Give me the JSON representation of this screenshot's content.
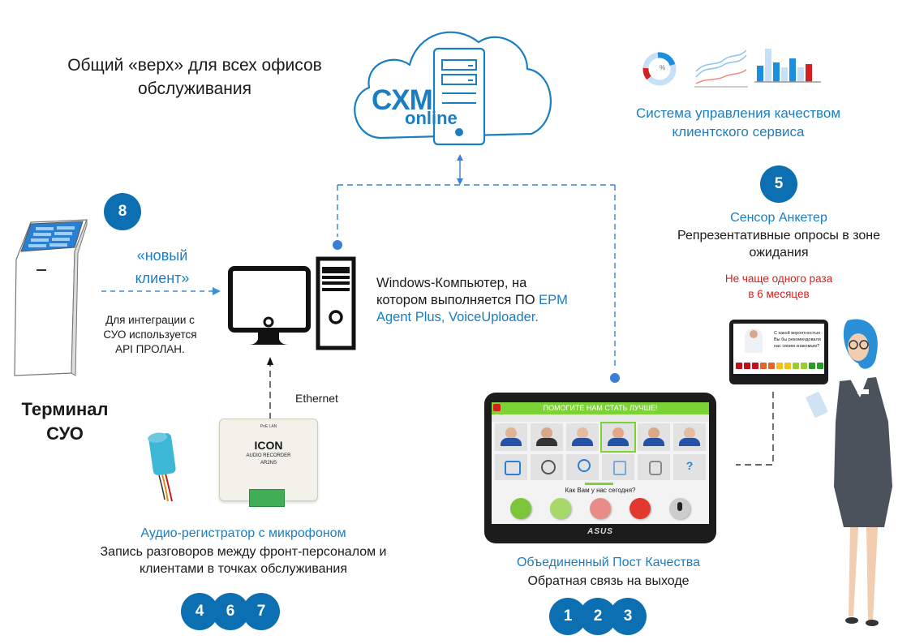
{
  "header": {
    "title_line1": "Общий «верх» для всех офисов",
    "title_line2": "обслуживания"
  },
  "cloud": {
    "brand_main": "CXM",
    "brand_sub": "online"
  },
  "analytics": {
    "title_line1": "Система управления качеством",
    "title_line2": "клиентского сервиса",
    "donut_label": "%"
  },
  "kiosk": {
    "badge": "8",
    "signal_line1": "«новый",
    "signal_line2": "клиент»",
    "note_line1": "Для интеграции с",
    "note_line2": "СУО используется",
    "note_line3": "API ПРОЛАН.",
    "label_line1": "Терминал",
    "label_line2": "СУО"
  },
  "computer": {
    "desc_line1": "Windows-Компьютер, на",
    "desc_line2_plain": "котором выполняется ПО ",
    "desc_line2_link": "EPM",
    "desc_line3_link": "Agent Plus, VoiceUploader."
  },
  "recorder": {
    "link_label": "Ethernet",
    "device_brand": "ICON",
    "device_line1": "AUDIO RECORDER",
    "device_line2": "AR2NS",
    "device_port": "PoE LAN",
    "title": "Аудио-регистратор с микрофоном",
    "desc_line1": "Запись разговоров между фронт-персоналом  и",
    "desc_line2": "клиентами в точках обслуживания",
    "badges": [
      "4",
      "6",
      "7"
    ]
  },
  "quality_post": {
    "screen_banner": "ПОМОГИТЕ НАМ СТАТЬ ЛУЧШЕ!",
    "screen_question": "Как Вам у нас сегодня?",
    "device_brand": "ASUS",
    "title": "Объединенный Пост Качества",
    "desc": "Обратная связь на выходе",
    "badges": [
      "1",
      "2",
      "3"
    ],
    "rating_colors": [
      "#7cc43a",
      "#a6d86a",
      "#e88c87",
      "#e2392e"
    ]
  },
  "survey": {
    "badge": "5",
    "title": "Сенсор Анкетер",
    "desc_line1": "Репрезентативные опросы в зоне",
    "desc_line2": "ожидания",
    "limit_line1": "Не чаще одного раза",
    "limit_line2": "в 6 месяцев",
    "screen_question": "С какой вероятностью Вы бы рекомендовали нас своим знакомым?",
    "nps_colors": [
      "#c0111a",
      "#c0111a",
      "#c0111a",
      "#e2662a",
      "#e2662a",
      "#f2c21b",
      "#f2c21b",
      "#9acd32",
      "#9acd32",
      "#2a9a2a",
      "#2a9a2a"
    ]
  }
}
